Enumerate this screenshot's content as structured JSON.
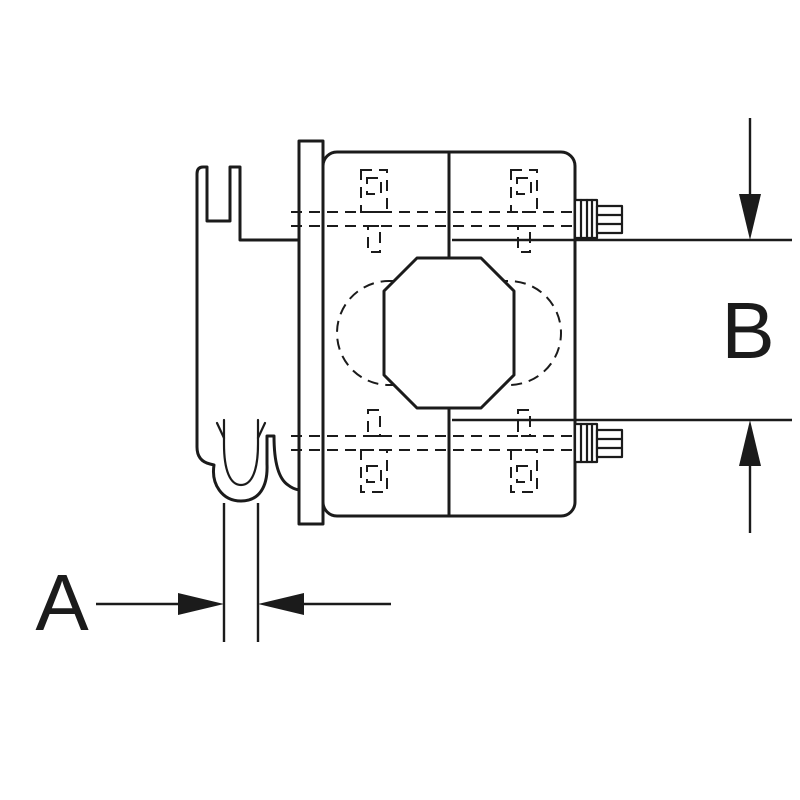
{
  "page": {
    "background": "#ffffff",
    "ink_color": "#1b1b1b"
  },
  "diagram": {
    "kind": "technical-line-drawing",
    "labels": {
      "a": "A",
      "b": "B"
    }
  }
}
